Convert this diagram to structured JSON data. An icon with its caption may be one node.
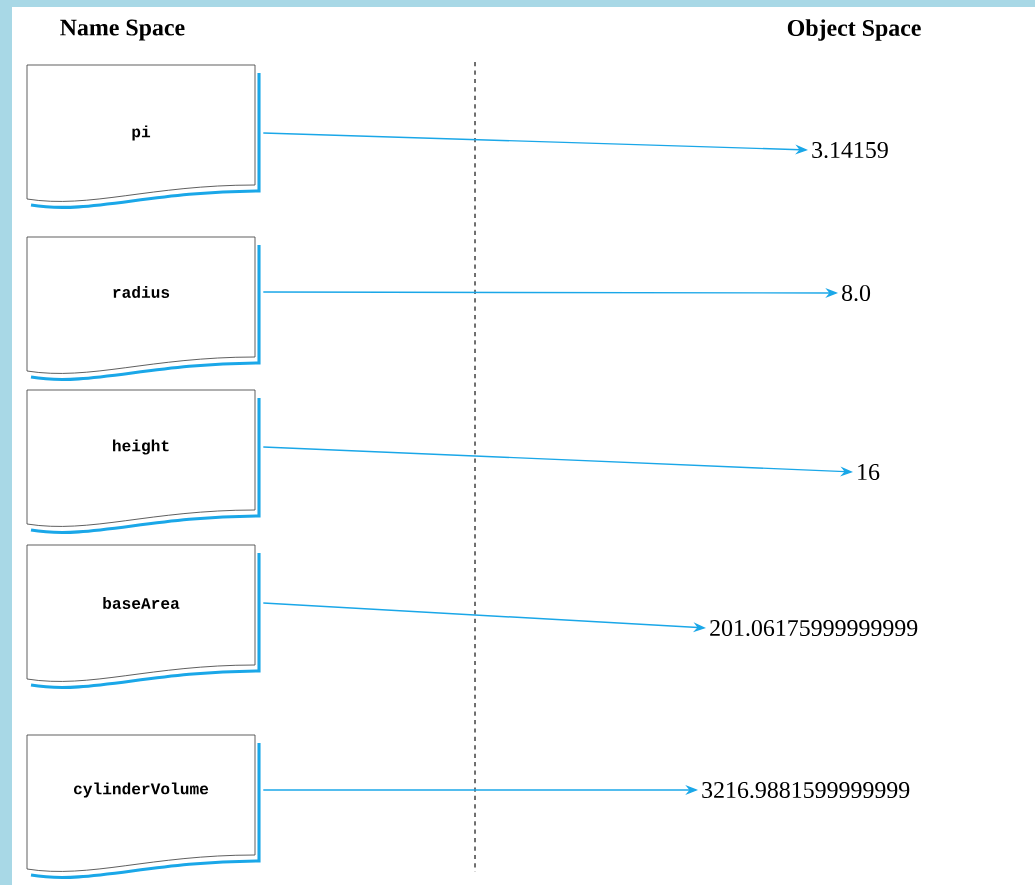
{
  "diagram": {
    "nodes": [
      {
        "text": [
          "pi"
        ]
      },
      {
        "text": [
          "radius"
        ]
      },
      {
        "text": [
          "height"
        ]
      },
      {
        "text": [
          "baseArea"
        ]
      },
      {
        "text": [
          "cylinderVolume"
        ]
      },
      {
        "text": [
          "3.14159"
        ]
      },
      {
        "text": [
          "8.0"
        ]
      },
      {
        "text": [
          "16"
        ]
      },
      {
        "text": [
          "201.06175999999999"
        ]
      },
      {
        "text": [
          "3216.9881599999999"
        ]
      }
    ],
    "edges": [
      {
        "from": 0,
        "to": 5,
        "arrow": "to"
      },
      {
        "from": 1,
        "to": 6,
        "arrow": "to"
      },
      {
        "from": 2,
        "to": 7,
        "arrow": "to"
      },
      {
        "from": 3,
        "to": 8,
        "arrow": "to"
      },
      {
        "from": 4,
        "to": 9,
        "arrow": "to"
      }
    ],
    "labels": [
      "Name Space",
      "Object Space"
    ]
  }
}
